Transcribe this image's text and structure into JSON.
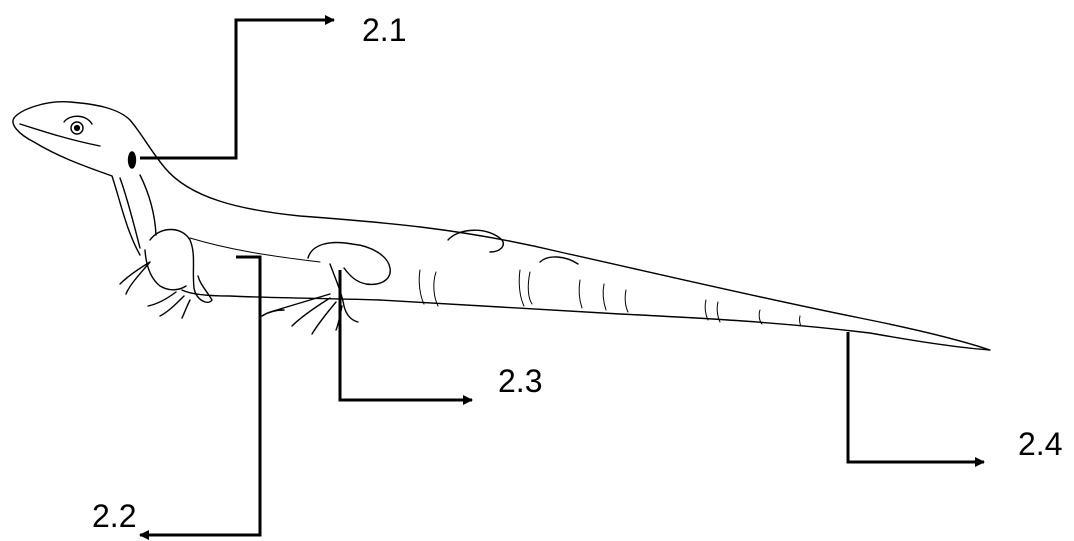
{
  "labels": {
    "l21": "2.1",
    "l22": "2.2",
    "l23": "2.3",
    "l24": "2.4"
  },
  "colors": {
    "stroke": "#000000",
    "fill": "#ffffff"
  }
}
